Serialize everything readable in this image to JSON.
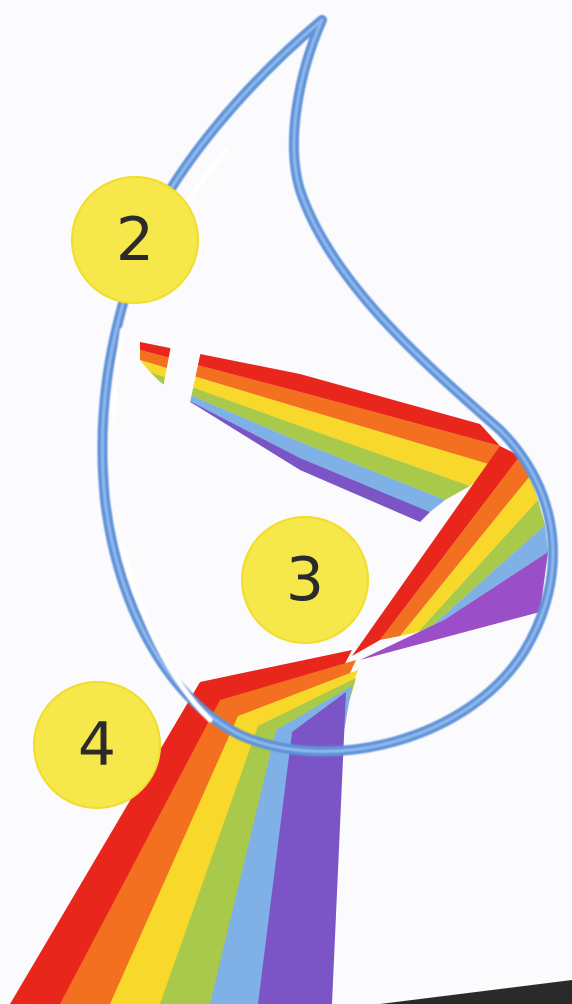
{
  "steps": [
    {
      "label": "2"
    },
    {
      "label": "3"
    },
    {
      "label": "4"
    }
  ],
  "colors": {
    "spectrum": [
      "#e8261c",
      "#f2701f",
      "#f7d82b",
      "#a8c94a",
      "#7fb1e6",
      "#7b55c6"
    ],
    "drop_outline": "#5f93d8",
    "badge_fill": "#f6e84a",
    "badge_text": "#2b2b2b"
  }
}
